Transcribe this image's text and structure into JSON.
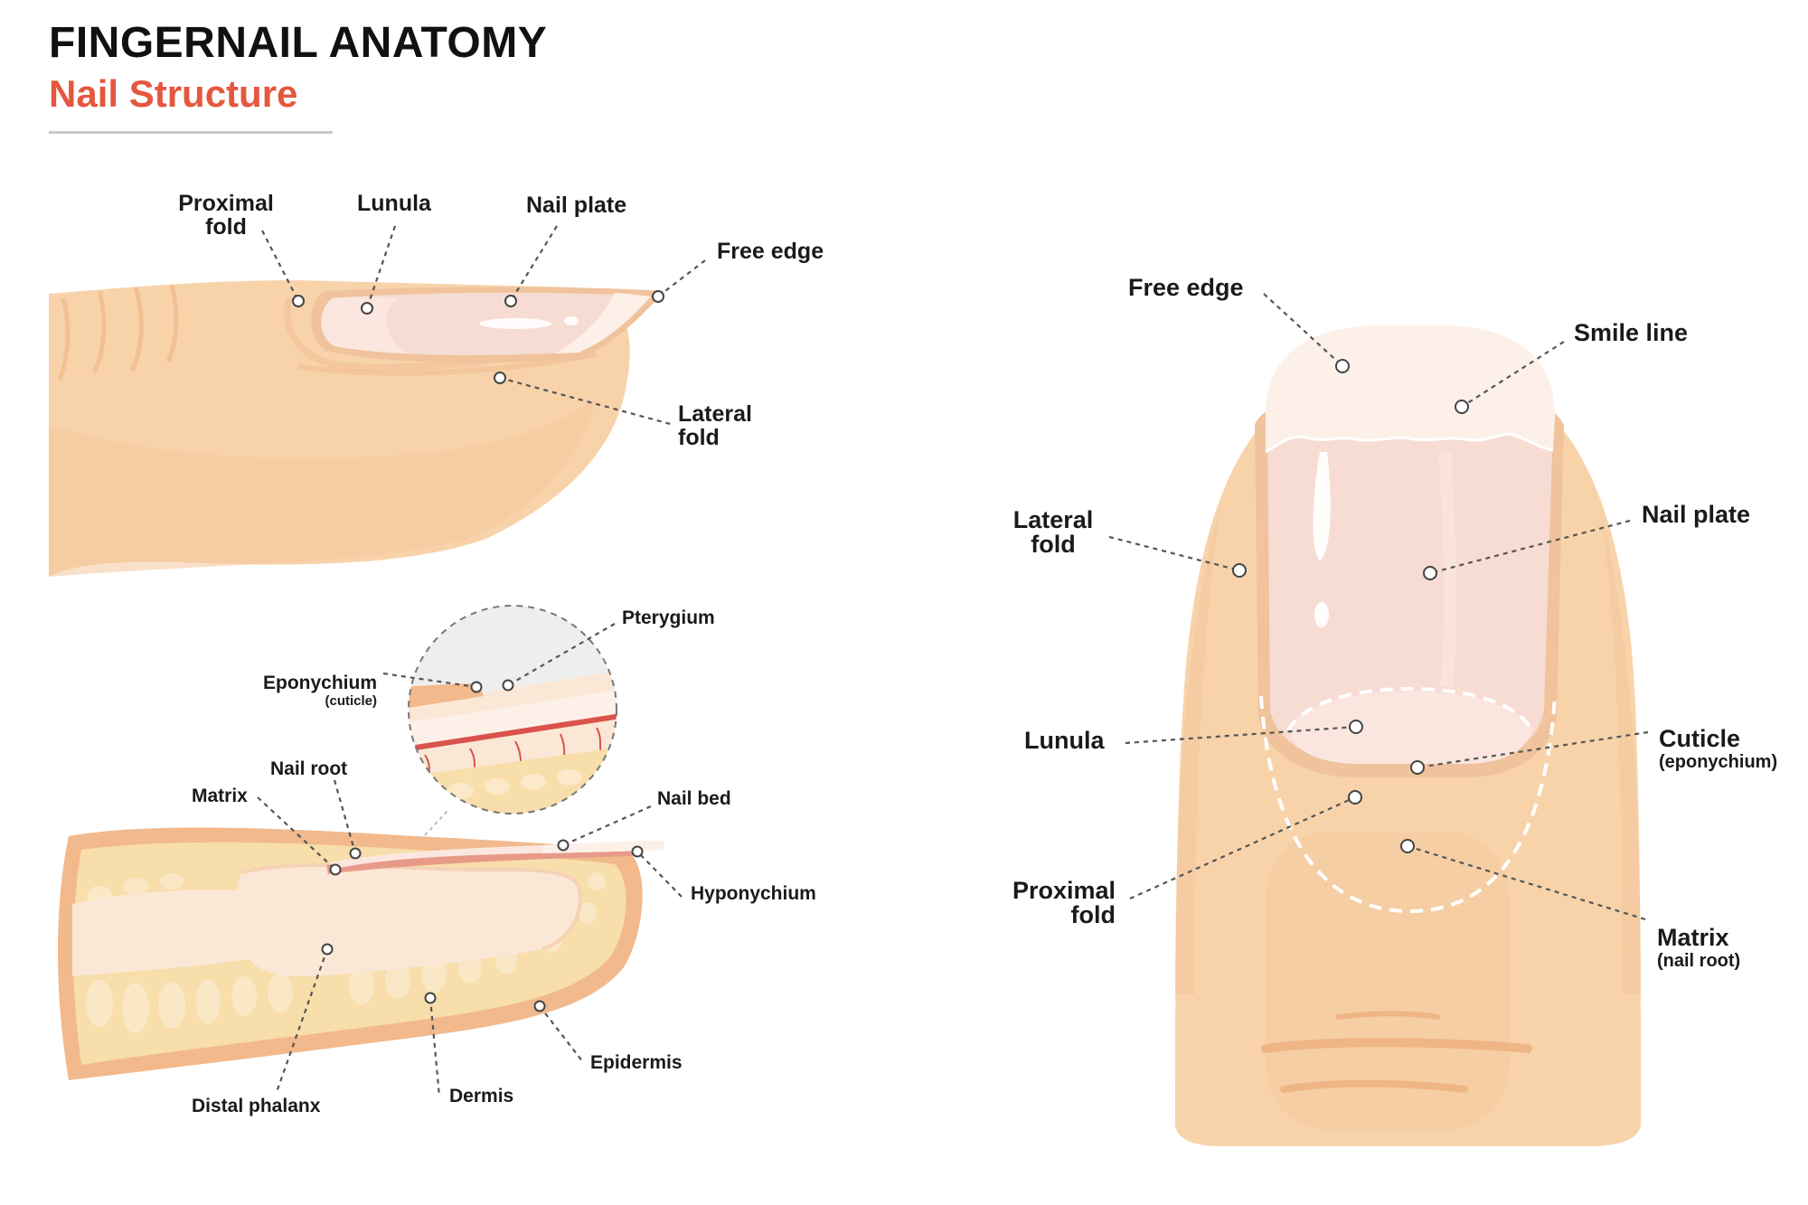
{
  "header": {
    "title": "FINGERNAIL ANATOMY",
    "subtitle": "Nail Structure"
  },
  "colors": {
    "subtitle_accent": "#e5573f",
    "skin": "#f8d3aa",
    "skin_dark": "#f2b98c",
    "nail_plate": "#f7dcd3",
    "free_edge": "#fdf0e8",
    "bone": "#fbe7d6",
    "fat": "#f7deaa",
    "blood_vessel": "#d9534a"
  },
  "side_view": {
    "proximal_fold": "Proximal\nfold",
    "lunula": "Lunula",
    "nail_plate": "Nail plate",
    "free_edge": "Free edge",
    "lateral_fold": "Lateral\nfold"
  },
  "cross_section": {
    "pterygium": "Pterygium",
    "eponychium": "Eponychium",
    "eponychium_sub": "(cuticle)",
    "nail_root": "Nail root",
    "matrix": "Matrix",
    "nail_bed": "Nail bed",
    "hyponychium": "Hyponychium",
    "distal_phalanx": "Distal phalanx",
    "dermis": "Dermis",
    "epidermis": "Epidermis"
  },
  "front_view": {
    "free_edge": "Free edge",
    "smile_line": "Smile line",
    "lateral_fold": "Lateral\nfold",
    "nail_plate": "Nail plate",
    "lunula": "Lunula",
    "cuticle": "Cuticle",
    "cuticle_sub": "(eponychium)",
    "proximal_fold": "Proximal\nfold",
    "matrix": "Matrix",
    "matrix_sub": "(nail root)"
  }
}
